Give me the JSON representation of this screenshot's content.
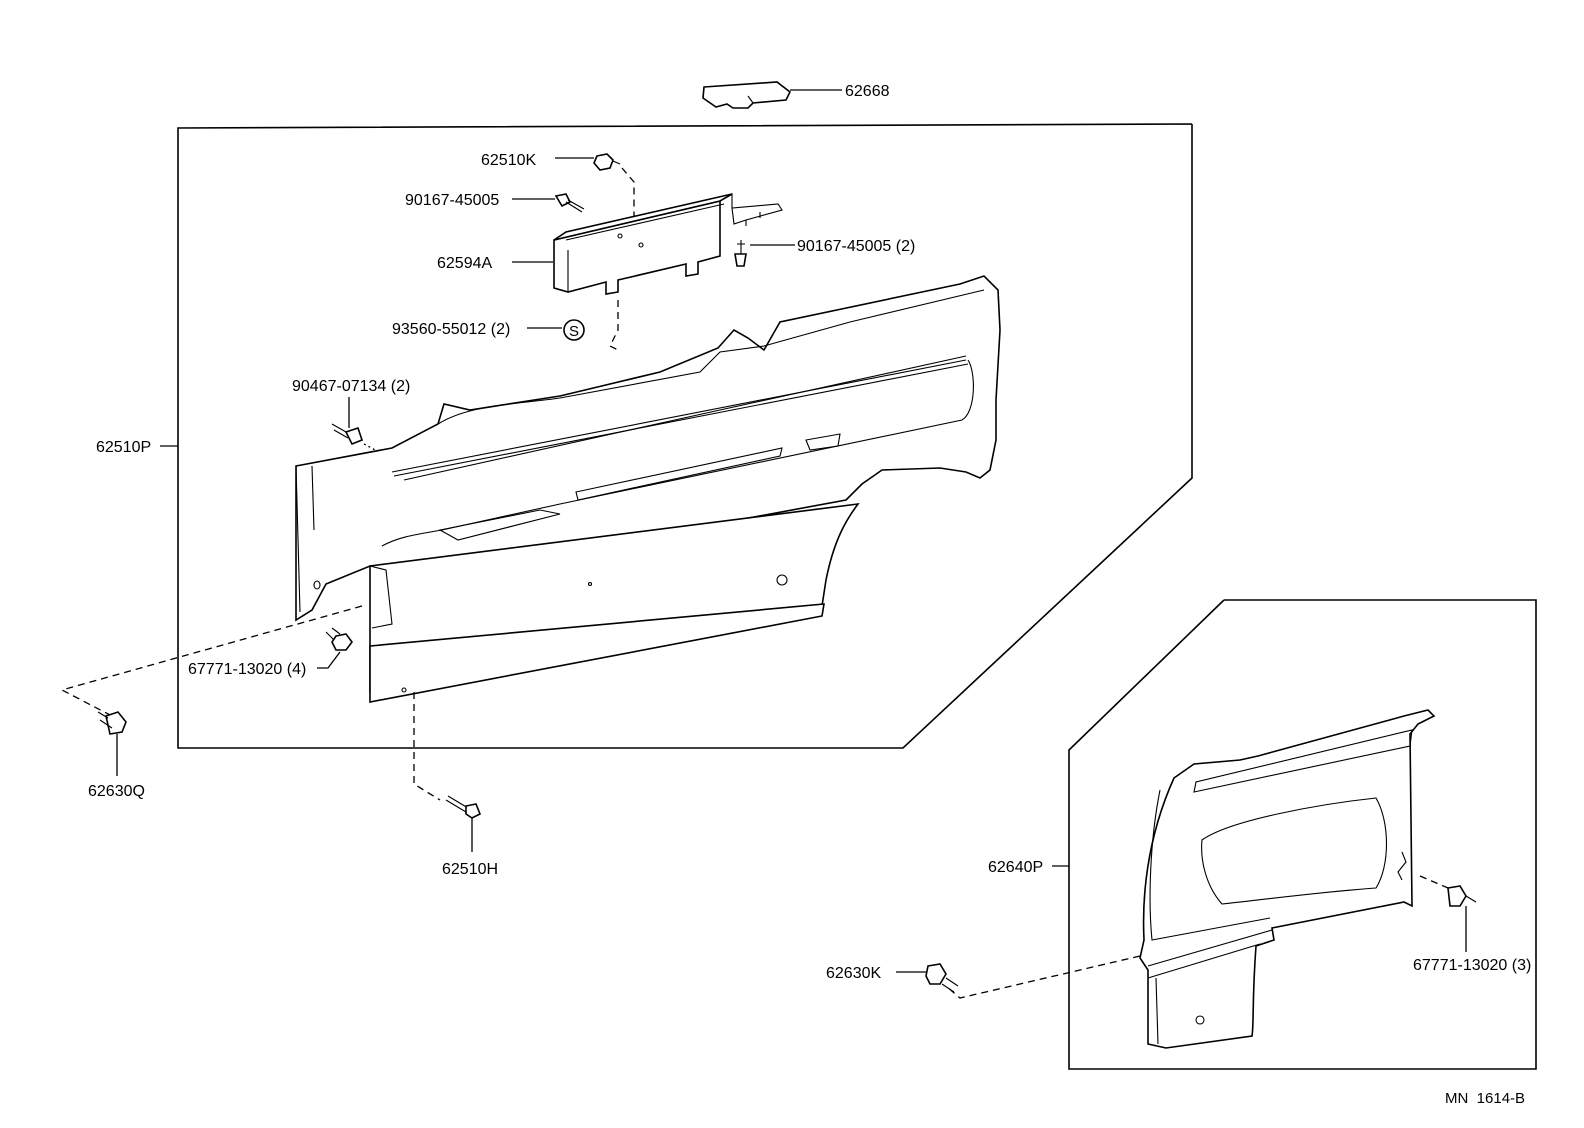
{
  "diagram": {
    "drawing_number": "MN  1614-B",
    "labels": {
      "p62668": "62668",
      "p62510K": "62510K",
      "p90167_45005": "90167-45005",
      "p90167_45005_2": "90167-45005 (2)",
      "p62594A": "62594A",
      "p93560_55012_2": "93560-55012 (2)",
      "p90467_07134_2": "90467-07134 (2)",
      "p62510P": "62510P",
      "p67771_13020_4": "67771-13020 (4)",
      "p62630Q": "62630Q",
      "p62510H": "62510H",
      "p62640P": "62640P",
      "p62630K": "62630K",
      "p67771_13020_3": "67771-13020 (3)"
    },
    "symbol_s": "S"
  }
}
